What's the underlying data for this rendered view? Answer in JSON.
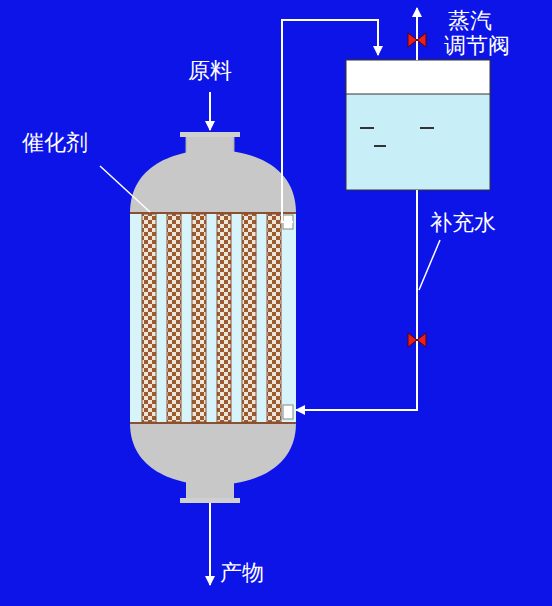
{
  "diagram": {
    "labels": [
      "原料",
      "蒸汽",
      "调节阀",
      "催化剂",
      "补充水",
      "产物"
    ]
  }
}
